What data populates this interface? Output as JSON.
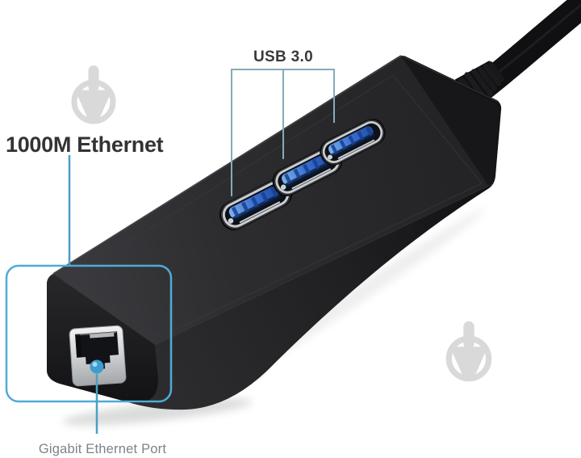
{
  "labels": {
    "usb_ports": {
      "text": "USB 3.0",
      "color": "#3a3a3a"
    },
    "ethernet": {
      "text": "1000M Ethernet",
      "color": "#333333"
    },
    "gigabit_port": {
      "text": "Gigabit Ethernet Port",
      "color": "#7f8285"
    }
  },
  "callouts": {
    "usb_bracket_color": "#86abb9",
    "ethernet_line_color": "#4a9fc4",
    "ethernet_box_color": "#4fabd6",
    "port_dot_color": "#3e9cce"
  },
  "device": {
    "usb_port_count": 3,
    "body_color": "#2b2b2e",
    "usb_tongue_color": "#3b6fd4",
    "cable_color": "#101012",
    "ethernet_frame_color": "#d6d8da"
  },
  "watermark": {
    "color": "#d9d9d9",
    "count": 2
  }
}
